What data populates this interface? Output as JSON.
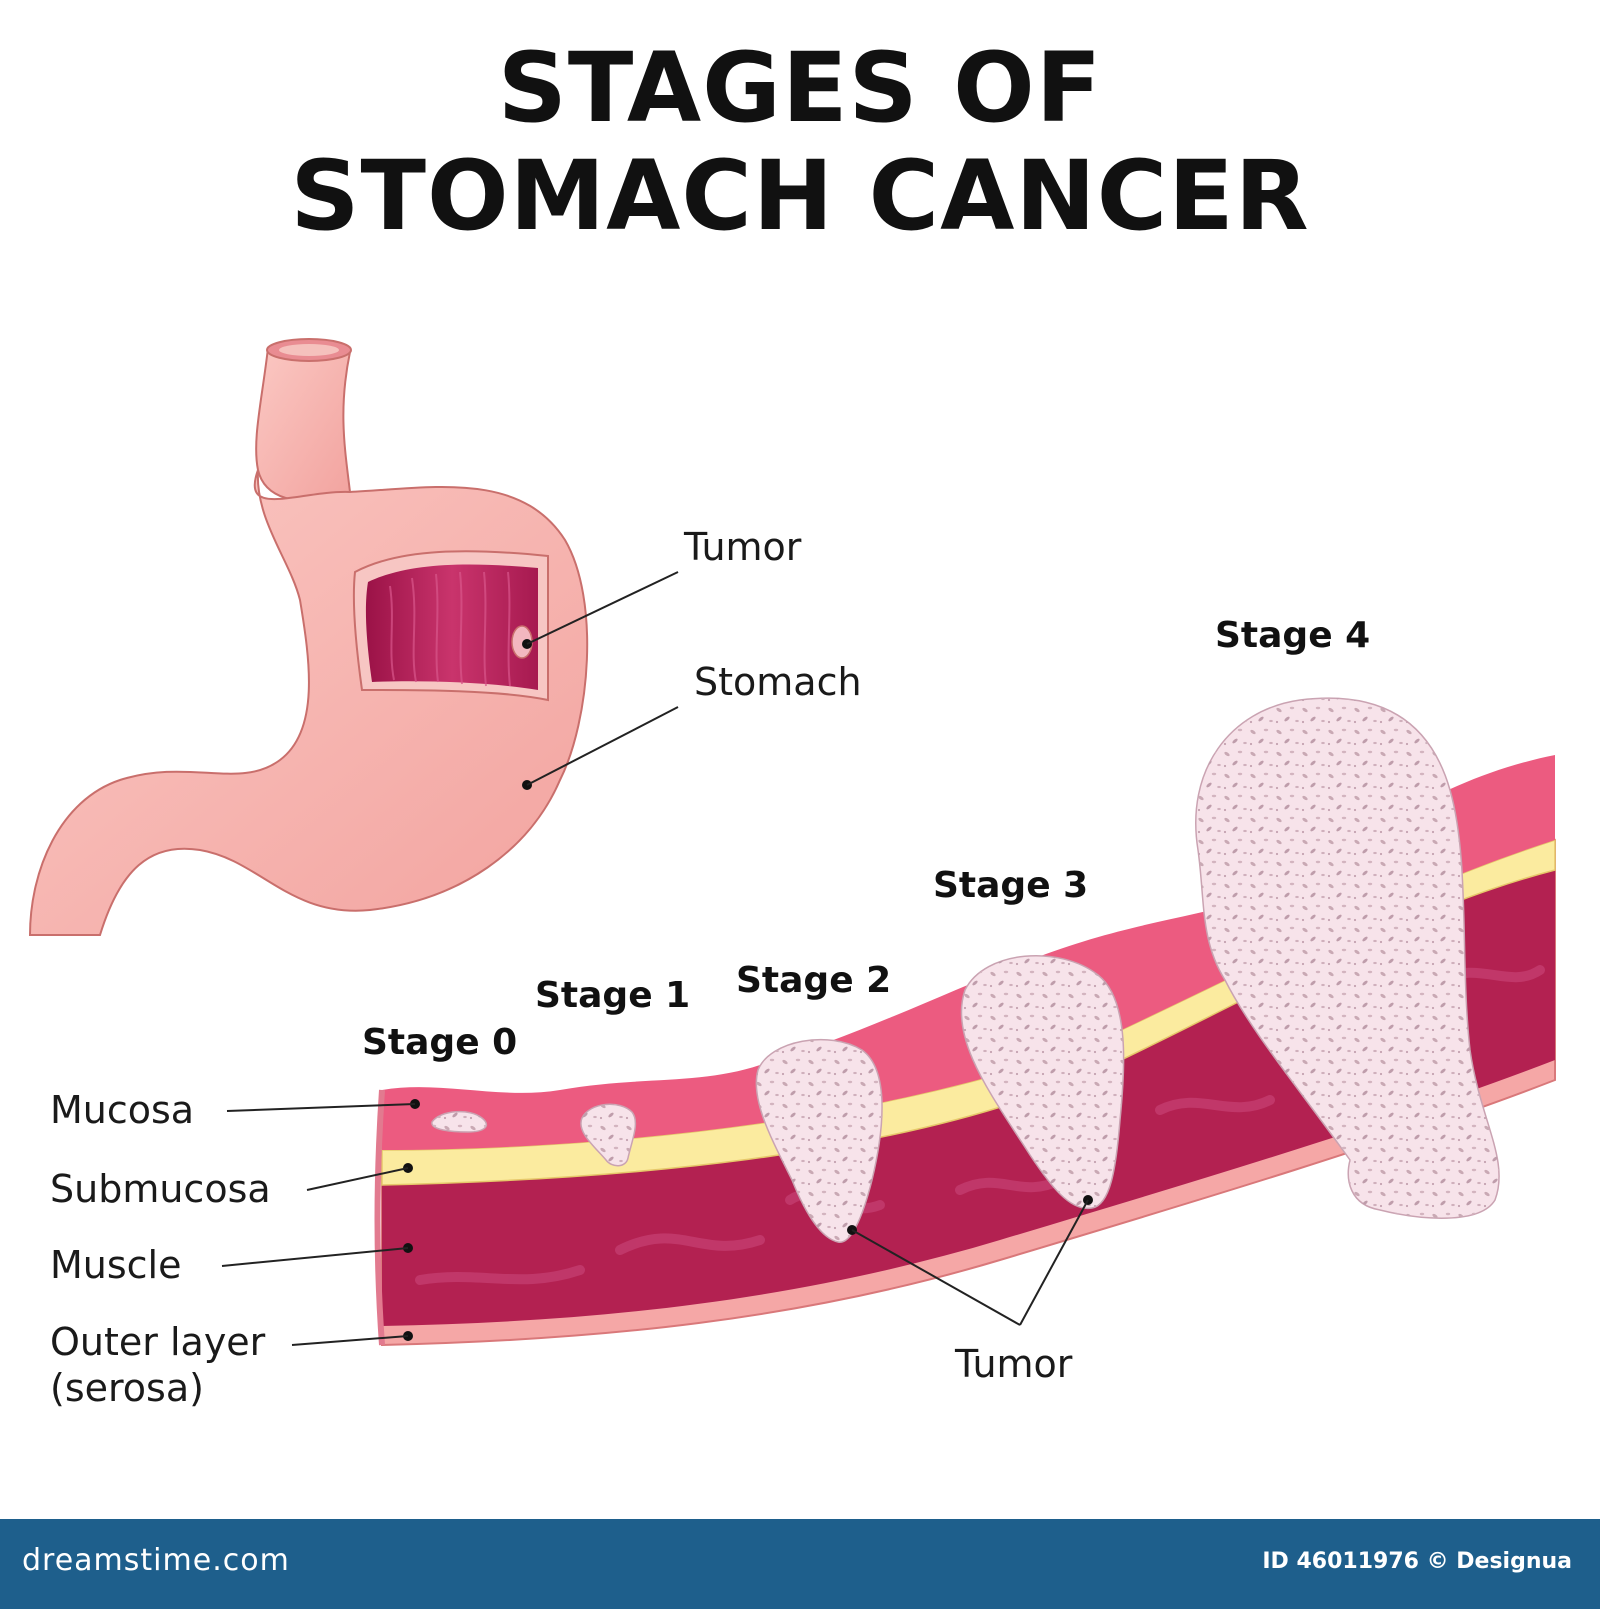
{
  "title": {
    "line1": "STAGES OF",
    "line2": "STOMACH CANCER"
  },
  "stomach_labels": {
    "tumor": "Tumor",
    "stomach": "Stomach"
  },
  "stages": {
    "stage0": "Stage 0",
    "stage1": "Stage 1",
    "stage2": "Stage 2",
    "stage3": "Stage 3",
    "stage4": "Stage 4"
  },
  "layers": {
    "mucosa": "Mucosa",
    "submucosa": "Submucosa",
    "muscle": "Muscle",
    "outer_line1": "Outer layer",
    "outer_line2": "(serosa)"
  },
  "bottom_tumor_label": "Tumor",
  "footer": {
    "logo": "dreamstime.com",
    "credit": "ID 46011976 © Designua"
  },
  "colors": {
    "stomach_skin": "#f6b3ae",
    "stomach_inner": "#b81e5a",
    "mucosa": "#ec5b80",
    "submucosa": "#fbeb9f",
    "muscle": "#b32151",
    "serosa": "#f5a7a6",
    "tumor": "#f7e3ea",
    "footer_bg": "#1e5f8c"
  }
}
